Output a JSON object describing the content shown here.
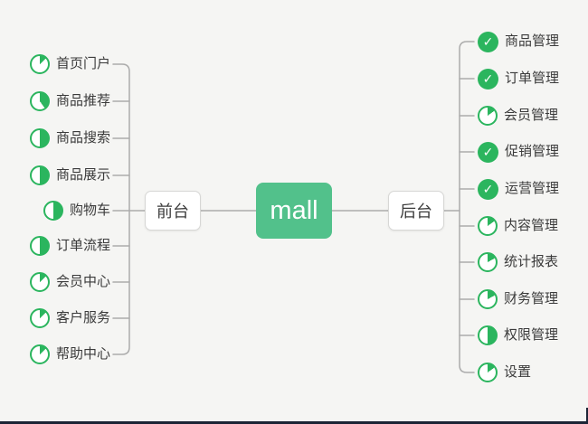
{
  "colors": {
    "background": "#f5f5f3",
    "root_green": "#52c18b",
    "icon_green": "#2bb55e",
    "line_gray": "#ababab",
    "text_dark": "#3b3b3b",
    "frame_dark": "#1c2436"
  },
  "root": {
    "label": "mall"
  },
  "front": {
    "label": "前台"
  },
  "back": {
    "label": "后台"
  },
  "icons": {
    "check_glyph": "✓"
  },
  "left": {
    "items": [
      {
        "label": "首页门户",
        "icon": "pie-progress",
        "progress": 13
      },
      {
        "label": "商品推荐",
        "icon": "pie-progress",
        "progress": 40
      },
      {
        "label": "商品搜索",
        "icon": "pie-progress",
        "progress": 50
      },
      {
        "label": "商品展示",
        "icon": "pie-progress",
        "progress": 50
      },
      {
        "label": "购物车",
        "icon": "pie-progress",
        "progress": 50
      },
      {
        "label": "订单流程",
        "icon": "pie-progress",
        "progress": 50
      },
      {
        "label": "会员中心",
        "icon": "pie-progress",
        "progress": 13
      },
      {
        "label": "客户服务",
        "icon": "pie-progress",
        "progress": 13
      },
      {
        "label": "帮助中心",
        "icon": "pie-progress",
        "progress": 13
      }
    ]
  },
  "right": {
    "items": [
      {
        "label": "商品管理",
        "icon": "check-done"
      },
      {
        "label": "订单管理",
        "icon": "check-done"
      },
      {
        "label": "会员管理",
        "icon": "pie-progress",
        "progress": 15
      },
      {
        "label": "促销管理",
        "icon": "check-done"
      },
      {
        "label": "运营管理",
        "icon": "check-done"
      },
      {
        "label": "内容管理",
        "icon": "pie-progress",
        "progress": 15
      },
      {
        "label": "统计报表",
        "icon": "pie-progress",
        "progress": 17
      },
      {
        "label": "财务管理",
        "icon": "pie-progress",
        "progress": 17
      },
      {
        "label": "权限管理",
        "icon": "pie-progress",
        "progress": 50
      },
      {
        "label": "设置",
        "icon": "pie-progress",
        "progress": 15
      }
    ]
  }
}
